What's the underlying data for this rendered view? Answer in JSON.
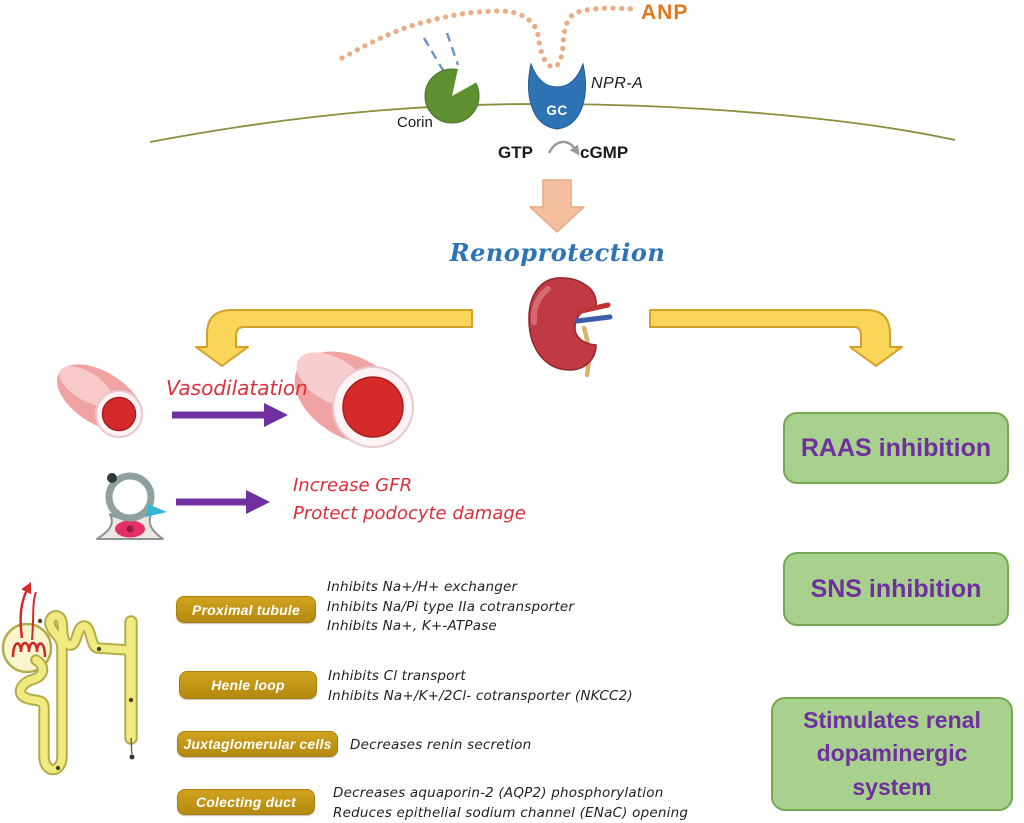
{
  "title": "ANP renoprotection pathway diagram",
  "colors": {
    "anp_orange": "#e2771d",
    "bead_chain": "#ecac84",
    "corin_green": "#5f8f30",
    "receptor_blue": "#2e74b5",
    "membrane_olive": "#8e8e3f",
    "salmon_arrow": "#f3bf9e",
    "renoprotection_blue": "#2e74b5",
    "branch_arrow_yellow": "#f9d65a",
    "branch_arrow_border": "#d4a02c",
    "red_text": "#dc2f3a",
    "purple_arrow": "#7030a0",
    "badge_gold": "#c29414",
    "box_green_fill": "#a9d18e",
    "box_green_border": "#74a850",
    "box_text_purple": "#6f2f9f"
  },
  "membrane": {
    "anp_label": "ANP",
    "corin_label": "Corin",
    "receptor_label": "NPR-A",
    "gc_label": "GC",
    "gtp_label": "GTP",
    "cgmp_label": "cGMP"
  },
  "central": {
    "renoprotection_label": "Renoprotection"
  },
  "vascular_effects": {
    "vasodilatation_label": "Vasodilatation",
    "gfr_line1": "Increase GFR",
    "gfr_line2": "Protect podocyte damage"
  },
  "tubule_effects": [
    {
      "site": "Proximal tubule",
      "effects": [
        "Inhibits Na+/H+ exchanger",
        "Inhibits Na/Pi type IIa cotransporter",
        "Inhibits Na+, K+-ATPase"
      ]
    },
    {
      "site": "Henle loop",
      "effects": [
        "Inhibits Cl transport",
        "Inhibits Na+/K+/2Cl- cotransporter (NKCC2)"
      ]
    },
    {
      "site": "Juxtaglomerular cells",
      "effects": [
        "Decreases renin secretion"
      ]
    },
    {
      "site": "Colecting duct",
      "effects": [
        "Decreases aquaporin-2 (AQP2) phosphorylation",
        "Reduces epithelial sodium channel (ENaC) opening"
      ]
    }
  ],
  "systemic_effects": [
    {
      "label": "RAAS inhibition"
    },
    {
      "label": "SNS inhibition"
    },
    {
      "label": "Stimulates renal dopaminergic system"
    }
  ]
}
